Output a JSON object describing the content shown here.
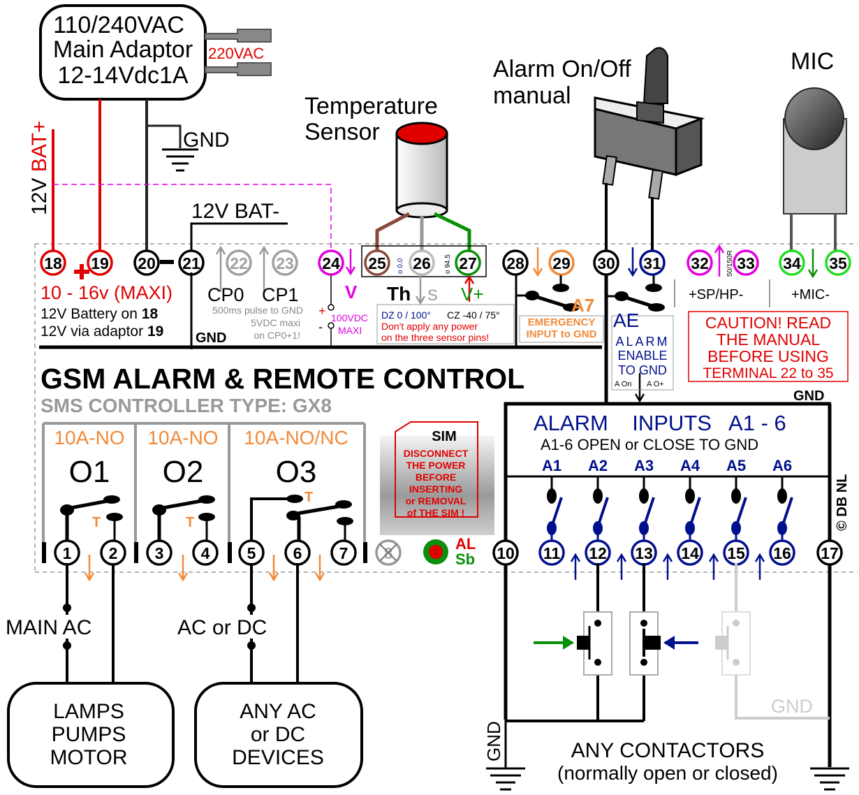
{
  "colors": {
    "red": "#e00000",
    "orange": "#f08a3a",
    "blue": "#00108c",
    "magenta": "#e000e0",
    "green": "#0a8f0a",
    "gray": "#a0a0a0",
    "brown": "#8a4a3a",
    "black": "#000000"
  },
  "adaptor": {
    "line1": "110/240VAC",
    "line2": "Main Adaptor",
    "line3": "12-14Vdc1A",
    "plug_label": "220VAC"
  },
  "gnd": "GND",
  "bat_plus": {
    "prefix": "12V ",
    "suffix": "BAT+"
  },
  "bat_minus": "12V BAT-",
  "temp_sensor": {
    "line1": "Temperature",
    "line2": "Sensor"
  },
  "alarm_switch": {
    "line1": "Alarm On/Off",
    "line2": "manual"
  },
  "mic": "MIC",
  "terminals_top": [
    "18",
    "19",
    "20",
    "21",
    "22",
    "23",
    "24",
    "25",
    "26",
    "27",
    "28",
    "29",
    "30",
    "31",
    "32",
    "33",
    "34",
    "35"
  ],
  "power": {
    "range": "10 - 16v (MAXI)",
    "battery_note": "12V Battery on ",
    "battery_pin": "18",
    "adaptor_note": "12V via adaptor ",
    "adaptor_pin": "19"
  },
  "cp": {
    "cp0": "CP0",
    "cp1": "CP1",
    "note1": "500ms pulse to GND",
    "note2": "5VDC maxi",
    "note3": "on CP0+1!"
  },
  "v_input": {
    "label": "V",
    "note1": "100VDC",
    "note2": "MAXI",
    "plus": "+",
    "minus": "-"
  },
  "sensor": {
    "th": "Th",
    "s": "S",
    "vplus": "V+",
    "scale0": "o 0.0",
    "scale1": "o 94.5",
    "dz": "DZ 0 / 100°",
    "cz": "CZ -40 / 75°",
    "warn1": "Don't apply any power",
    "warn2": "on the three sensor pins!"
  },
  "a7": {
    "label": "A7",
    "line1": "EMERGENCY",
    "line2": "INPUT to GND"
  },
  "ae": {
    "label": "AE",
    "line1": "ALARM",
    "line2": "ENABLE",
    "line3": "TO GND",
    "aon": "A On",
    "aoplus": "A O+"
  },
  "speaker": {
    "label": "+SP/HP-",
    "res": "50/150R"
  },
  "mic_terminals": "+MIC-",
  "caution": {
    "line1": "CAUTION! READ",
    "line2": "THE MANUAL",
    "line3": "BEFORE USING",
    "line4": "TERMINAL 22 to 35"
  },
  "title": "GSM ALARM & REMOTE CONTROL",
  "subtitle": "SMS CONTROLLER TYPE: GX8",
  "relays": [
    {
      "rating": "10A-NO",
      "name": "O1"
    },
    {
      "rating": "10A-NO",
      "name": "O2"
    },
    {
      "rating": "10A-NO/NC",
      "name": "O3"
    }
  ],
  "relay_t": "T",
  "sim": {
    "title": "SIM",
    "line1": "DISCONNECT",
    "line2": "THE POWER",
    "line3": "BEFORE",
    "line4": "INSERTING",
    "line5": "or REMOVAL",
    "line6": "of THE SIM !"
  },
  "inputs": {
    "title": "ALARM    INPUTS   A1 - 6",
    "sub": "A1-6  OPEN or CLOSE TO GND",
    "names": [
      "A1",
      "A2",
      "A3",
      "A4",
      "A5",
      "A6"
    ]
  },
  "copyright": "© DB NL",
  "terminals_bottom": [
    "1",
    "2",
    "3",
    "4",
    "5",
    "6",
    "7",
    "8",
    "10",
    "11",
    "12",
    "13",
    "14",
    "15",
    "16",
    "17"
  ],
  "led": {
    "al": "AL",
    "sb": "Sb"
  },
  "main_ac": "MAIN AC",
  "ac_dc": "AC or DC",
  "load1": {
    "line1": "LAMPS",
    "line2": "PUMPS",
    "line3": "MOTOR"
  },
  "load2": {
    "line1": "ANY AC",
    "line2": "or DC",
    "line3": "DEVICES"
  },
  "contactors": {
    "line1": "ANY CONTACTORS",
    "line2": "(normally open or closed)"
  }
}
